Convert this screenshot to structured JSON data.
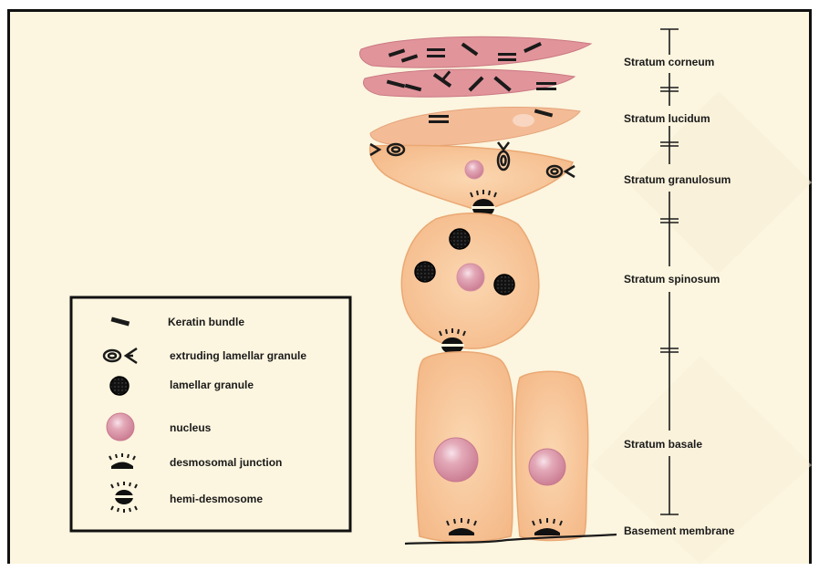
{
  "colors": {
    "background": "#fcf5df",
    "cell_fill": "#f7c79a",
    "cell_stroke": "#eaa873",
    "cornified": "#e2949b",
    "lucidum": "#f4bc96",
    "nucleus": "#e3a9b8",
    "granule": "#111111",
    "line": "#1a1a1a"
  },
  "layers": [
    {
      "label": "Stratum corneum"
    },
    {
      "label": "Stratum lucidum"
    },
    {
      "label": "Stratum granulosum"
    },
    {
      "label": "Stratum spinosum"
    },
    {
      "label": "Stratum basale"
    },
    {
      "label": "Basement membrane"
    }
  ],
  "legend": {
    "items": [
      {
        "icon": "keratin-bundle-icon",
        "label": "Keratin bundle"
      },
      {
        "icon": "extruding-lamellar-granule-icon",
        "label": "extruding lamellar granule"
      },
      {
        "icon": "lamellar-granule-icon",
        "label": "lamellar granule"
      },
      {
        "icon": "nucleus-icon",
        "label": "nucleus"
      },
      {
        "icon": "desmosomal-junction-icon",
        "label": "desmosomal junction"
      },
      {
        "icon": "hemi-desmosome-icon",
        "label": "hemi-desmosome"
      }
    ]
  }
}
